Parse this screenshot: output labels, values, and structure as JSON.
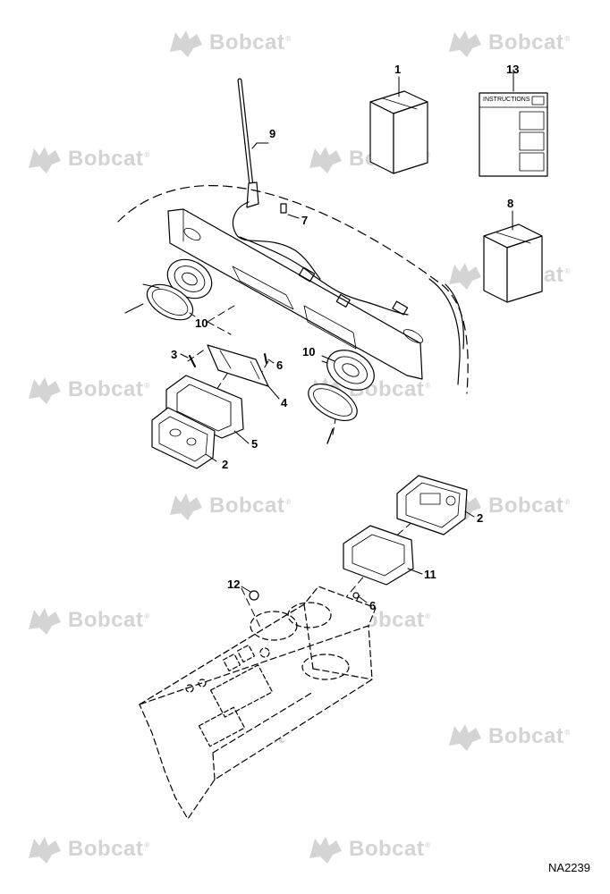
{
  "watermark": {
    "brand": "Bobcat",
    "mark": "®",
    "icon": "bobcat-logo-icon"
  },
  "figure": {
    "id": "NA2239"
  },
  "manual": {
    "label": "INSTRUCTIONS"
  },
  "callouts": [
    {
      "key": "c1",
      "label": "1"
    },
    {
      "key": "c13",
      "label": "13"
    },
    {
      "key": "c9",
      "label": "9"
    },
    {
      "key": "c7",
      "label": "7"
    },
    {
      "key": "c8",
      "label": "8"
    },
    {
      "key": "c10a",
      "label": "10"
    },
    {
      "key": "c3",
      "label": "3"
    },
    {
      "key": "c6a",
      "label": "6"
    },
    {
      "key": "c10b",
      "label": "10"
    },
    {
      "key": "c4",
      "label": "4"
    },
    {
      "key": "c5",
      "label": "5"
    },
    {
      "key": "c2a",
      "label": "2"
    },
    {
      "key": "c2b",
      "label": "2"
    },
    {
      "key": "c11",
      "label": "11"
    },
    {
      "key": "c12",
      "label": "12"
    },
    {
      "key": "c6b",
      "label": "6"
    }
  ]
}
